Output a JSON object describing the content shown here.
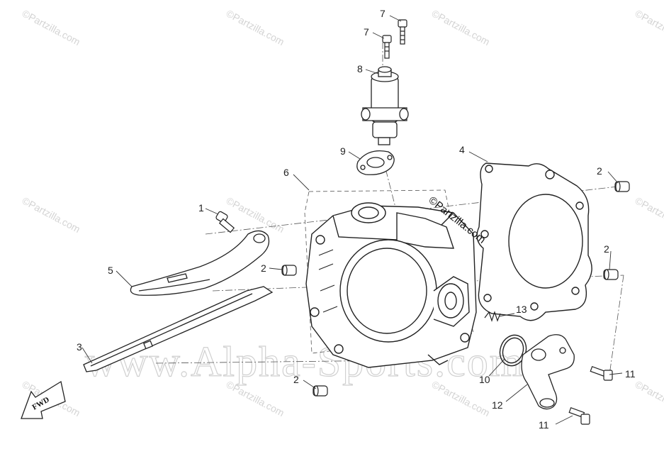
{
  "watermark": {
    "corner": "©Partzilla.com",
    "center": "©Partzilla.com",
    "big": "www.Alpha-Sports.com"
  },
  "fwd_label": "FWD",
  "callouts": [
    {
      "id": "c7a",
      "label": "7"
    },
    {
      "id": "c7b",
      "label": "7"
    },
    {
      "id": "c8",
      "label": "8"
    },
    {
      "id": "c9",
      "label": "9"
    },
    {
      "id": "c4",
      "label": "4"
    },
    {
      "id": "c6",
      "label": "6"
    },
    {
      "id": "c2a",
      "label": "2"
    },
    {
      "id": "c1",
      "label": "1"
    },
    {
      "id": "c2b",
      "label": "2"
    },
    {
      "id": "c2c",
      "label": "2"
    },
    {
      "id": "c5",
      "label": "5"
    },
    {
      "id": "c13",
      "label": "13"
    },
    {
      "id": "c3",
      "label": "3"
    },
    {
      "id": "c10",
      "label": "10"
    },
    {
      "id": "c2d",
      "label": "2"
    },
    {
      "id": "c11a",
      "label": "11"
    },
    {
      "id": "c12",
      "label": "12"
    },
    {
      "id": "c11b",
      "label": "11"
    }
  ]
}
